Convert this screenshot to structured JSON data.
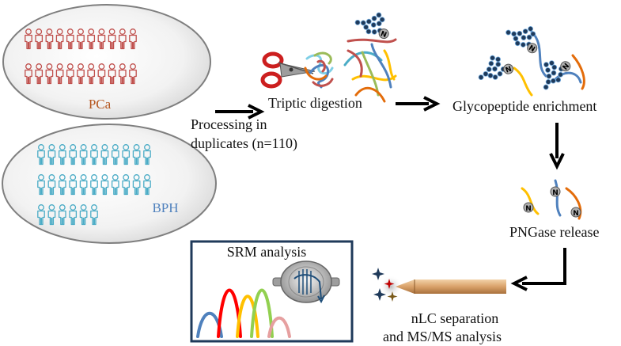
{
  "labels": {
    "pca": "PCa",
    "bph": "BPH",
    "processing_line1": "Processing in",
    "processing_line2": "duplicates (n=110)",
    "triptic": "Triptic digestion",
    "glyco": "Glycopeptide enrichment",
    "pngase": "PNGase release",
    "nlc_line1": "nLC separation",
    "nlc_line2": "and MS/MS analysis",
    "srm": "SRM analysis",
    "glycan_residue": "N"
  },
  "colors": {
    "pca_people": "#c0504d",
    "bph_people": "#4bacc6",
    "pca_text": "#b5561e",
    "bph_text": "#4f81bd",
    "arrow": "#000000",
    "glycan": "#1f3a5a"
  },
  "groups": {
    "pca_rows": [
      11,
      11
    ],
    "bph_rows": [
      11,
      11,
      6
    ]
  },
  "srm_peaks": [
    {
      "color": "#4f81bd"
    },
    {
      "color": "#ff0000"
    },
    {
      "color": "#ffc000"
    },
    {
      "color": "#92d050"
    },
    {
      "color": "#e6a0a0"
    }
  ],
  "icons": [
    "scissors-icon",
    "person-icon",
    "glycan-icon",
    "spray-needle-icon",
    "mass-spectrometer-icon"
  ]
}
